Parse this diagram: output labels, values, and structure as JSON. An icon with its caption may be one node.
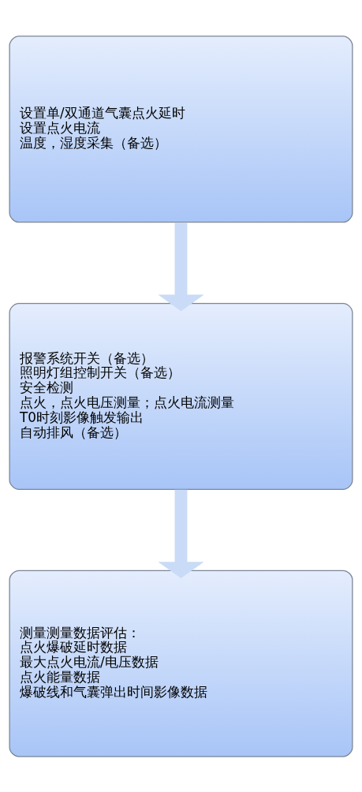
{
  "diagram": {
    "nodes": [
      {
        "text": [
          "设置单/双通道气囊点火延时",
          "设置点火电流",
          "温度，湿度采集（备选）"
        ]
      },
      {
        "text": [
          "报警系统开关（备选）",
          "照明灯组控制开关（备选）",
          "安全检测",
          "点火，点火电压测量；点火电流测量",
          "T0时刻影像触发输出",
          "自动排风（备选）"
        ]
      },
      {
        "text": [
          "测量测量数据评估：",
          "点火爆破延时数据",
          "最大点火电流/电压数据",
          "点火能量数据",
          "爆破线和气囊弹出时间影像数据"
        ]
      }
    ],
    "edges": [
      {
        "from": 0,
        "to": 1,
        "arrow": "to"
      },
      {
        "from": 1,
        "to": 2,
        "arrow": "to"
      }
    ]
  }
}
